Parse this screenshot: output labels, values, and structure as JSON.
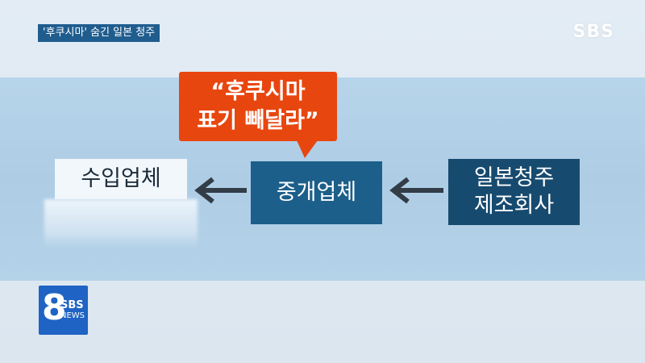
{
  "caption": "'후쿠시마' 숨긴 일본 청주",
  "watermark": "SBS",
  "bubble": {
    "line1": "“후쿠시마",
    "line2": "표기 빼달라”"
  },
  "flow": {
    "importer": "수입업체",
    "broker": "중개업체",
    "manufacturer_line1": "일본청주",
    "manufacturer_line2": "제조회사"
  },
  "logo": {
    "number": "8",
    "brand": "SBS",
    "sub": "NEWS"
  },
  "colors": {
    "bubble": "#e8460f",
    "broker_box": "#1c5f8a",
    "manufacturer_box": "#174a6f",
    "caption_bg": "#1f5d8f",
    "logo_bg": "#1f63c4"
  },
  "icons": [
    "left-arrow-icon",
    "left-arrow-icon"
  ]
}
